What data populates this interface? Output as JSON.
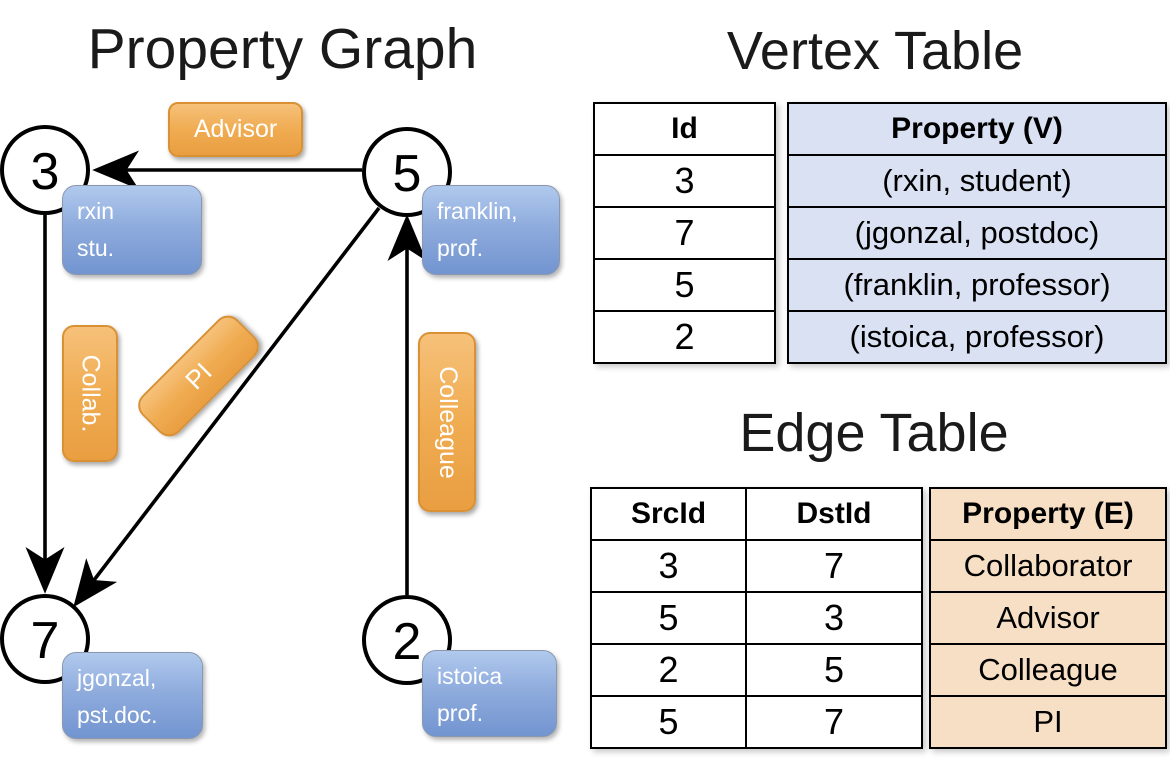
{
  "graph": {
    "title": "Property Graph",
    "nodes": [
      {
        "id": "3",
        "property": [
          "rxin",
          "stu."
        ]
      },
      {
        "id": "5",
        "property": [
          "franklin,",
          "prof."
        ]
      },
      {
        "id": "7",
        "property": [
          "jgonzal,",
          "pst.doc."
        ]
      },
      {
        "id": "2",
        "property": [
          "istoica",
          "prof."
        ]
      }
    ],
    "edge_labels": [
      "Advisor",
      "Collab.",
      "PI",
      "Colleague"
    ]
  },
  "vertex_table": {
    "title": "Vertex Table",
    "columns": [
      "Id",
      "Property (V)"
    ],
    "rows": [
      [
        "3",
        "(rxin, student)"
      ],
      [
        "7",
        "(jgonzal, postdoc)"
      ],
      [
        "5",
        "(franklin, professor)"
      ],
      [
        "2",
        "(istoica, professor)"
      ]
    ]
  },
  "edge_table": {
    "title": "Edge Table",
    "columns": [
      "SrcId",
      "DstId",
      "Property (E)"
    ],
    "rows": [
      [
        "3",
        "7",
        "Collaborator"
      ],
      [
        "5",
        "3",
        "Advisor"
      ],
      [
        "2",
        "5",
        "Colleague"
      ],
      [
        "5",
        "7",
        "PI"
      ]
    ]
  },
  "colors": {
    "edge_label_fill": "#EFA94C",
    "edge_label_border": "#D99134",
    "vertex_box_fill": "#8FACDD",
    "vertex_table_cell_fill": "#D9E1F2",
    "edge_table_cell_fill": "#F6DFC5",
    "line_color": "#000000",
    "text_on_boxes": "#FFFFFF"
  }
}
